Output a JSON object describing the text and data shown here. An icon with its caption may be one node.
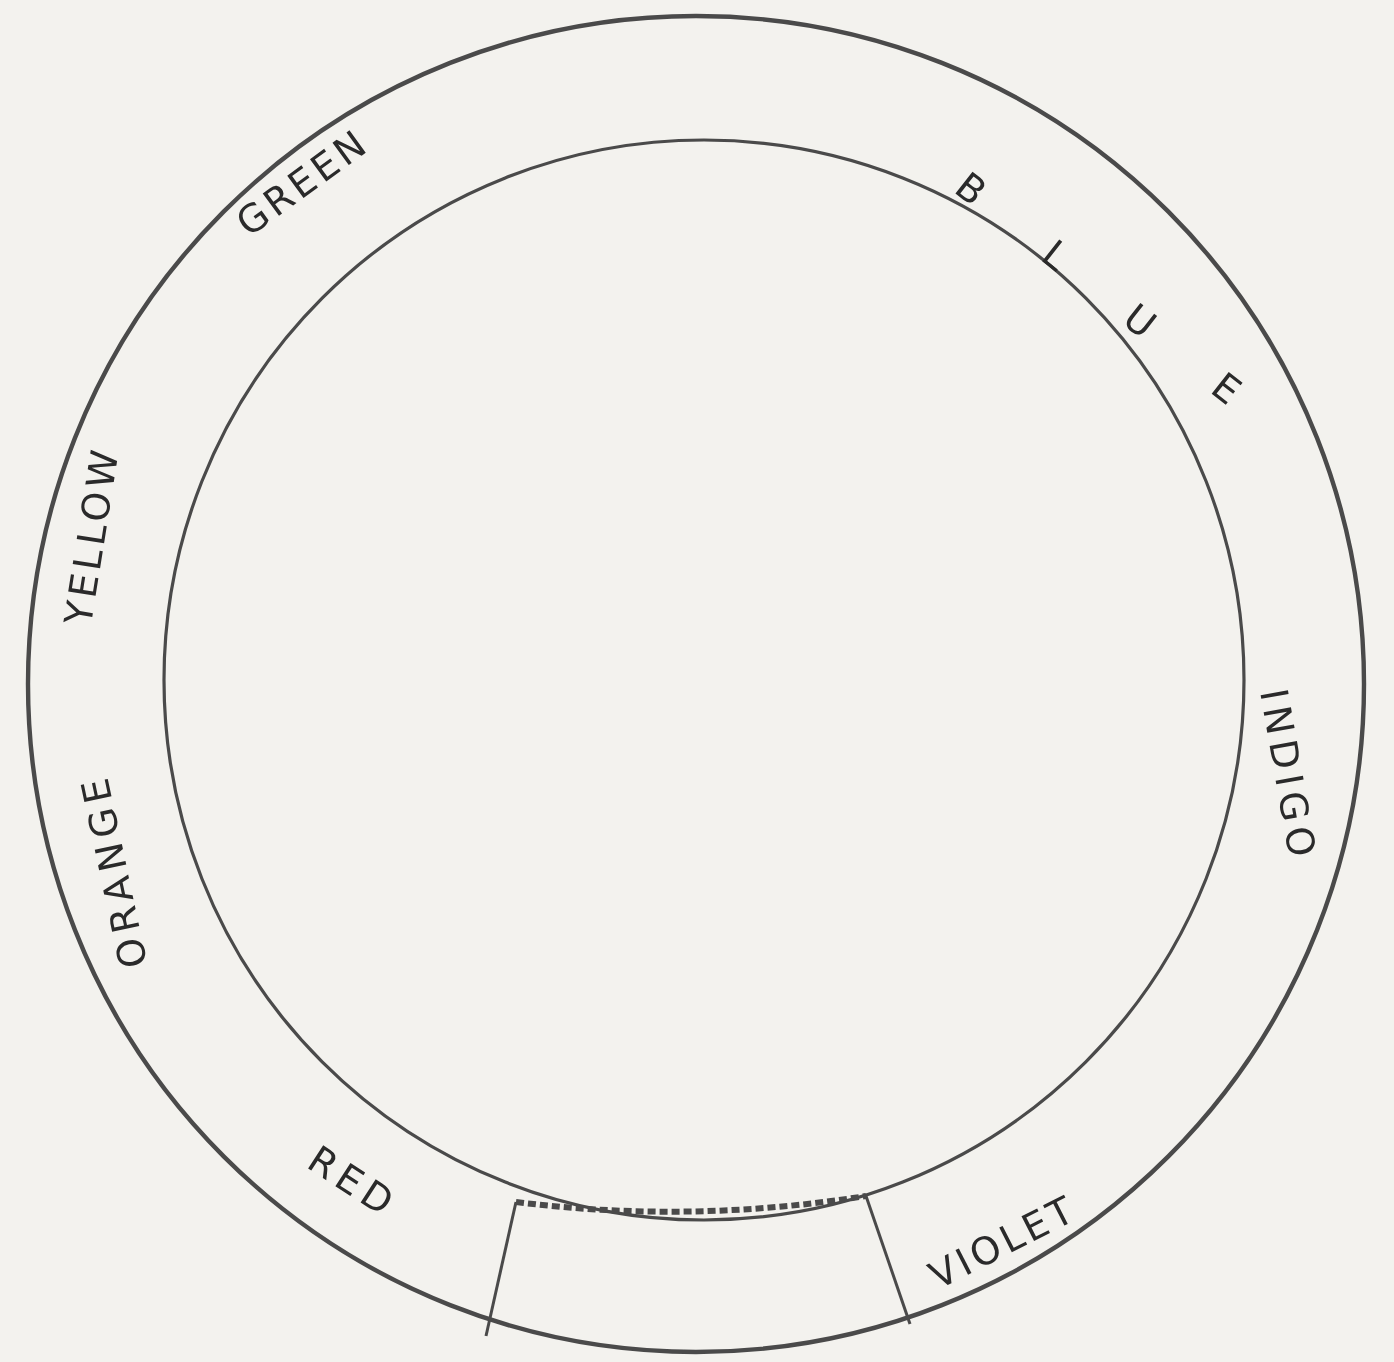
{
  "diagram": {
    "labels": [
      "GREEN",
      "BLUE",
      "YELLOW",
      "INDIGO",
      "ORANGE",
      "RED",
      "VIOLET"
    ]
  }
}
